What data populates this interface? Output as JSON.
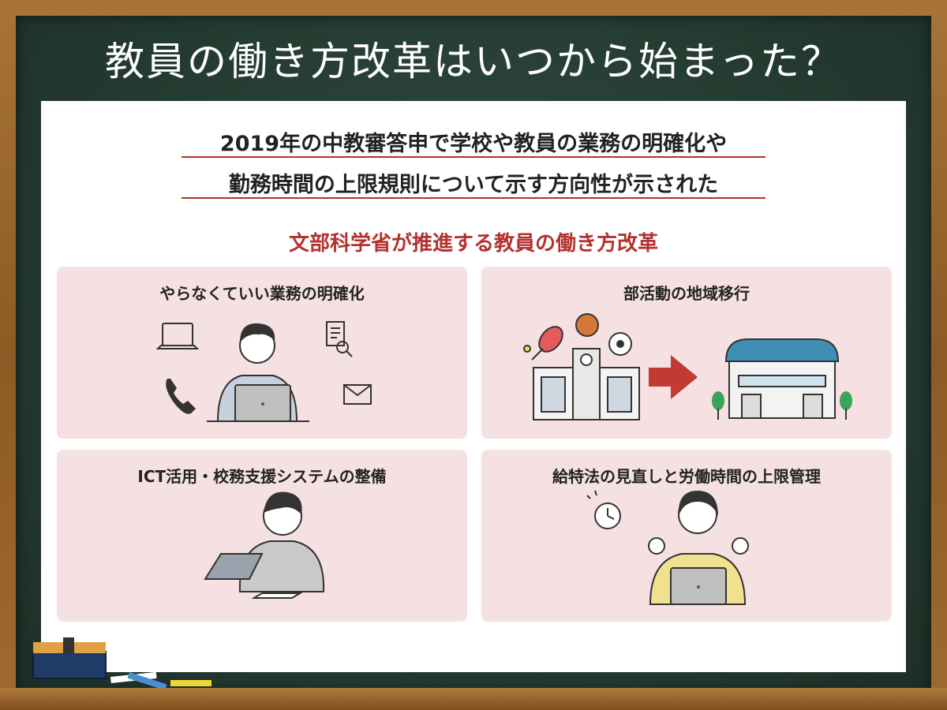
{
  "title": "教員の働き方改革はいつから始まった？",
  "subtitle": {
    "line1": "2019年の中教審答申で学校や教員の業務の明確化や",
    "line2": "勤務時間の上限規則について示す方向性が示された"
  },
  "section_title": "文部科学省が推進する教員の働き方改革",
  "panels": [
    {
      "title": "やらなくていい業務の明確化"
    },
    {
      "title": "部活動の地域移行"
    },
    {
      "title": "ICT活用・校務支援システムの整備"
    },
    {
      "title": "給特法の見直しと労働時間の上限管理"
    }
  ],
  "colors": {
    "accent": "#b3322f",
    "panel_bg": "#f5e1e1",
    "board": "#2f4a3e",
    "frame": "#9a6a30"
  }
}
